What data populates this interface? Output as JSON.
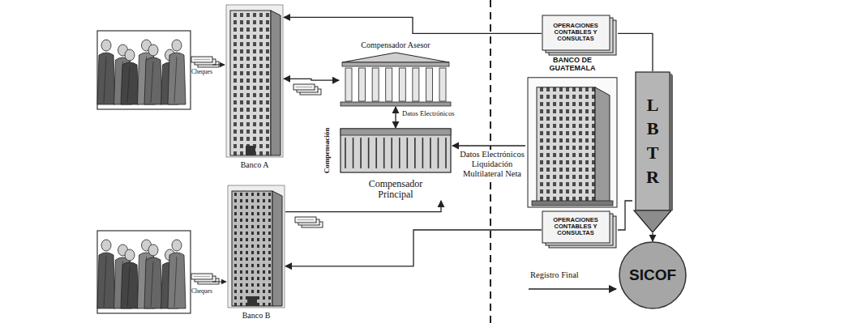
{
  "diagram": {
    "nodes": [
      {
        "text": [
          "Banco A"
        ]
      },
      {
        "text": [
          "Compensador Asesor"
        ]
      },
      {
        "text": [
          "Compensador Principal"
        ]
      },
      {
        "text": [
          "OPERACIONES CONTABLES Y CONSULTAS"
        ]
      },
      {
        "text": [
          "BANCO DE GUATEMALA"
        ]
      },
      {
        "text": [
          "LBTR"
        ]
      },
      {
        "text": [
          "Banco B"
        ]
      },
      {
        "text": [
          "OPERACIONES CONTABLES Y CONSULTAS"
        ]
      },
      {
        "text": [
          "SICOF"
        ]
      }
    ],
    "edges": [
      {
        "from": 0,
        "to": 1,
        "arrow": "both"
      },
      {
        "from": 1,
        "to": 2,
        "label": "Datos Electrónicos",
        "arrow": "both"
      },
      {
        "from": 6,
        "to": 2,
        "arrow": "to"
      },
      {
        "from": 4,
        "to": 2,
        "label": "Datos Electrónicos Liquidación Multilateral Neta",
        "arrow": "to"
      },
      {
        "from": 5,
        "to": 3,
        "arrow": "none"
      },
      {
        "from": 3,
        "to": 0,
        "arrow": "to"
      },
      {
        "from": 5,
        "to": 7,
        "arrow": "none"
      },
      {
        "from": 7,
        "to": 6,
        "arrow": "to"
      },
      {
        "from": 5,
        "to": 8,
        "arrow": "to"
      }
    ],
    "labels": [
      "Cheques",
      "Compensación",
      "Cheques",
      "Registro Final"
    ]
  }
}
